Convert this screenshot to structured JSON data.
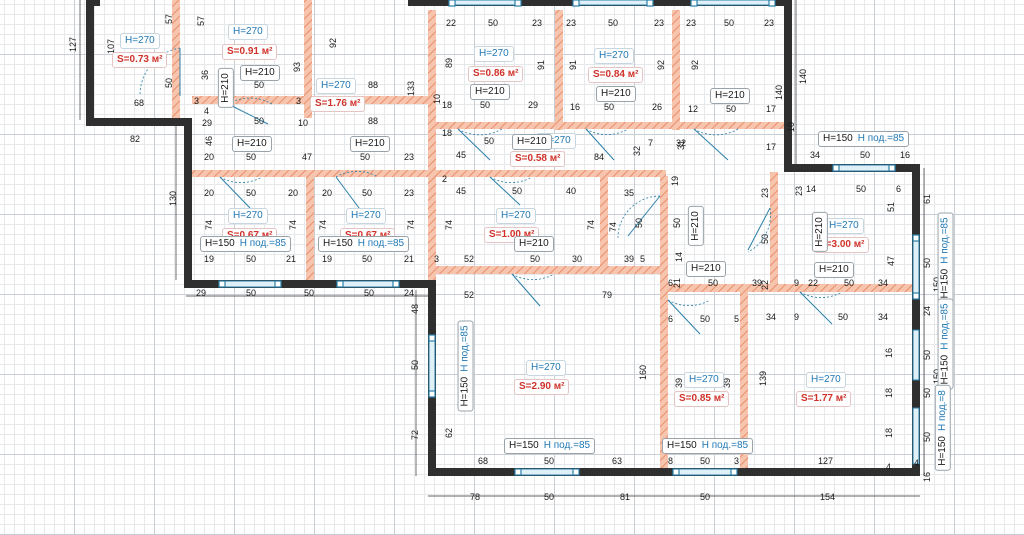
{
  "rooms": [
    {
      "h": "H=270",
      "s": "S=0.73 м²"
    },
    {
      "h": "H=270",
      "s": "S=0.91 м²"
    },
    {
      "h": "H=270",
      "s": "S=1.76 м²"
    },
    {
      "h": "H=270",
      "s": "S=0.86 м²"
    },
    {
      "h": "H=270",
      "s": "S=0.84 м²"
    },
    {
      "h": "H=270",
      "s": "S=0.58 м²"
    },
    {
      "h": "H=270",
      "s": "S=0.67 м²"
    },
    {
      "h": "H=270",
      "s": "S=0.67 м²"
    },
    {
      "h": "H=270",
      "s": "S=1.00 м²"
    },
    {
      "h": "H=270",
      "s": "S=3.00 м²"
    },
    {
      "h": "H=270",
      "s": "S=2.90 м²"
    },
    {
      "h": "H=270",
      "s": "S=0.85 м²"
    },
    {
      "h": "H=270",
      "s": "S=1.77 м²"
    }
  ],
  "doors": {
    "h210": "H=210"
  },
  "windows": {
    "h150": "H=150",
    "pod85": "H под.=85",
    "pod8": "H под.=8"
  },
  "dims": {
    "d127": "127",
    "d82": "82",
    "d68": "68",
    "d50": "50",
    "d57": "57",
    "d29": "29",
    "d107": "107",
    "d36": "36",
    "d3": "3",
    "d4": "4",
    "d93": "93",
    "d92": "92",
    "d88": "88",
    "d133": "133",
    "d10": "10",
    "d18": "18",
    "d22": "22",
    "d23": "23",
    "d89": "89",
    "d91": "91",
    "d16": "16",
    "d26": "26",
    "d12": "12",
    "d17": "17",
    "d140": "140",
    "d46": "46",
    "d20": "20",
    "d47": "47",
    "d45": "45",
    "d84": "84",
    "d32": "32",
    "d7": "7",
    "d31": "31",
    "d34": "34",
    "d150": "150",
    "d14": "14",
    "d6": "6",
    "d61": "61",
    "d51": "51",
    "d130": "130",
    "d74": "74",
    "d19": "19",
    "d21": "21",
    "d40": "40",
    "d35": "35",
    "d5": "5",
    "d39": "39",
    "d52": "52",
    "d30": "30",
    "d9": "9",
    "d24": "24",
    "d48": "48",
    "d79": "79",
    "d160": "160",
    "d62": "62",
    "d72": "72",
    "d63": "63",
    "d8": "8",
    "d139": "139",
    "d78": "78",
    "d81": "81",
    "d154": "154",
    "d2": "2"
  }
}
